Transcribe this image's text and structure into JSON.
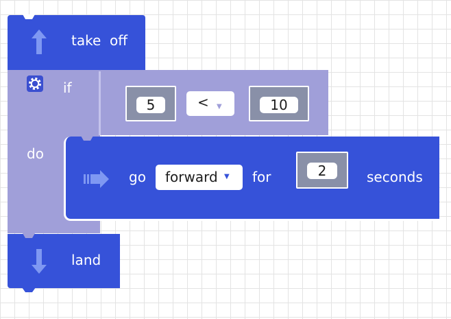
{
  "colors": {
    "action_block": "#3652d9",
    "logic_block": "#a09fd9",
    "value_slot": "#8990a8",
    "workspace_grid": "#e3e3e3"
  },
  "blocks": {
    "takeoff": {
      "label": "take  off",
      "icon": "arrow-up-icon"
    },
    "if_block": {
      "if_label": "if",
      "do_label": "do",
      "settings_icon": "gear-icon",
      "condition": {
        "left": "5",
        "operator": "<",
        "right": "10"
      }
    },
    "go_block": {
      "go_label": "go",
      "direction": "forward",
      "for_label": "for",
      "duration": "2",
      "unit_label": "seconds",
      "icon": "arrow-right-icon"
    },
    "land": {
      "label": "land",
      "icon": "arrow-down-icon"
    }
  }
}
